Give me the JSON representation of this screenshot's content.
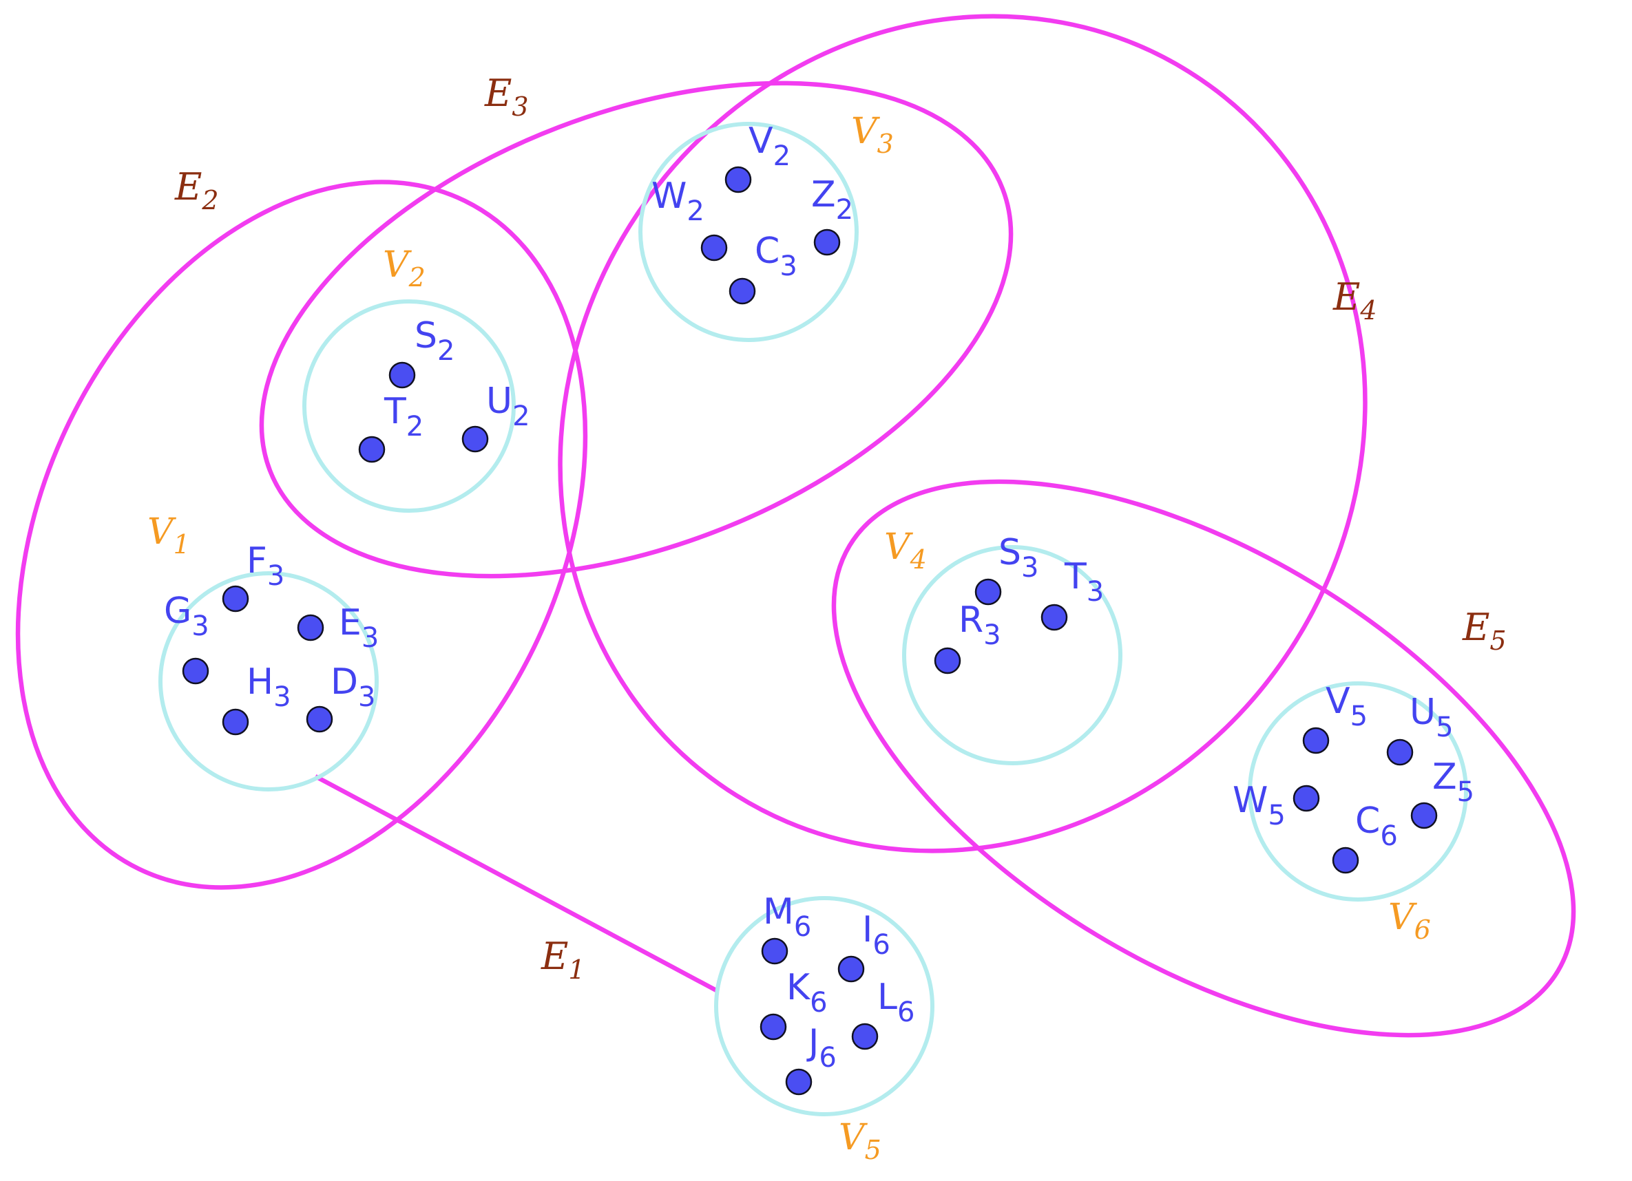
{
  "colors": {
    "hyperedge": "#f23cf0",
    "cluster": "#b3ecee",
    "node_fill": "#4a4ef2",
    "node_label": "#4343f0",
    "cluster_label": "#f59a22",
    "edge_label": "#8b2e10"
  },
  "hyperedges": [
    {
      "id": "E1",
      "label": {
        "base": "E",
        "sub": "1"
      }
    },
    {
      "id": "E2",
      "label": {
        "base": "E",
        "sub": "2"
      }
    },
    {
      "id": "E3",
      "label": {
        "base": "E",
        "sub": "3"
      }
    },
    {
      "id": "E4",
      "label": {
        "base": "E",
        "sub": "4"
      }
    },
    {
      "id": "E5",
      "label": {
        "base": "E",
        "sub": "5"
      }
    }
  ],
  "clusters": [
    {
      "id": "V1",
      "label": {
        "base": "V",
        "sub": "1"
      },
      "nodes": [
        {
          "base": "F",
          "sub": "3"
        },
        {
          "base": "G",
          "sub": "3"
        },
        {
          "base": "E",
          "sub": "3"
        },
        {
          "base": "H",
          "sub": "3"
        },
        {
          "base": "D",
          "sub": "3"
        }
      ]
    },
    {
      "id": "V2",
      "label": {
        "base": "V",
        "sub": "2"
      },
      "nodes": [
        {
          "base": "S",
          "sub": "2"
        },
        {
          "base": "T",
          "sub": "2"
        },
        {
          "base": "U",
          "sub": "2"
        }
      ]
    },
    {
      "id": "V3",
      "label": {
        "base": "V",
        "sub": "3"
      },
      "nodes": [
        {
          "base": "V",
          "sub": "2"
        },
        {
          "base": "W",
          "sub": "2"
        },
        {
          "base": "Z",
          "sub": "2"
        },
        {
          "base": "C",
          "sub": "3"
        }
      ]
    },
    {
      "id": "V4",
      "label": {
        "base": "V",
        "sub": "4"
      },
      "nodes": [
        {
          "base": "S",
          "sub": "3"
        },
        {
          "base": "T",
          "sub": "3"
        },
        {
          "base": "R",
          "sub": "3"
        }
      ]
    },
    {
      "id": "V5",
      "label": {
        "base": "V",
        "sub": "5"
      },
      "nodes": [
        {
          "base": "M",
          "sub": "6"
        },
        {
          "base": "I",
          "sub": "6"
        },
        {
          "base": "K",
          "sub": "6"
        },
        {
          "base": "L",
          "sub": "6"
        },
        {
          "base": "J",
          "sub": "6"
        }
      ]
    },
    {
      "id": "V6",
      "label": {
        "base": "V",
        "sub": "6"
      },
      "nodes": [
        {
          "base": "V",
          "sub": "5"
        },
        {
          "base": "U",
          "sub": "5"
        },
        {
          "base": "W",
          "sub": "5"
        },
        {
          "base": "Z",
          "sub": "5"
        },
        {
          "base": "C",
          "sub": "6"
        }
      ]
    }
  ]
}
